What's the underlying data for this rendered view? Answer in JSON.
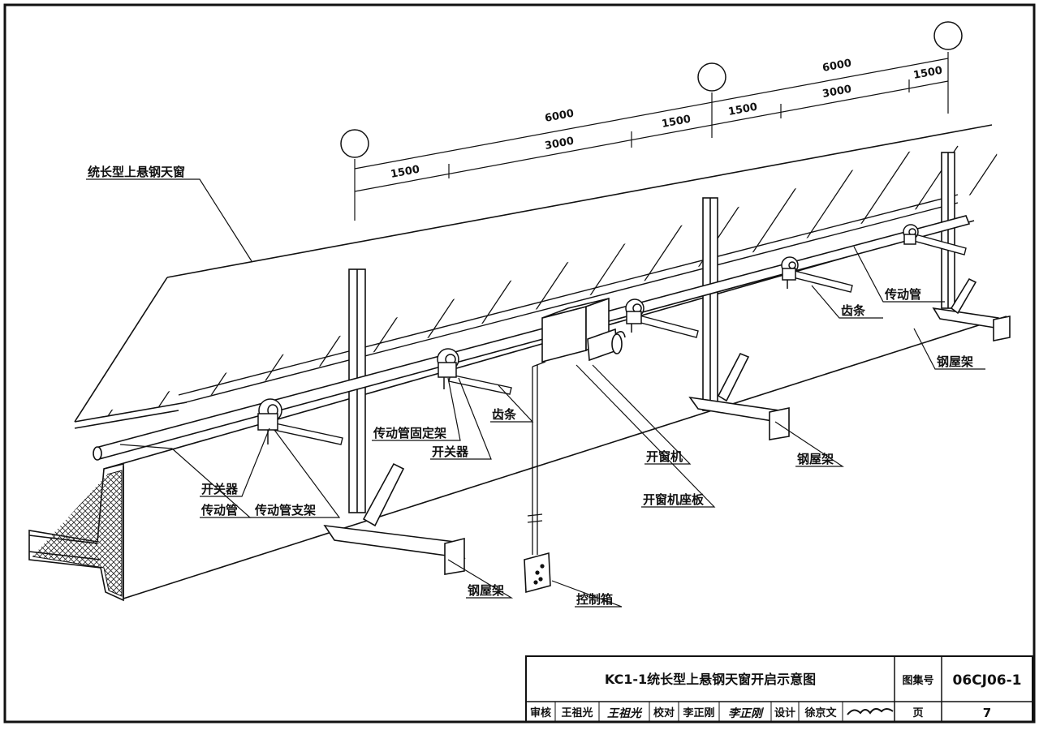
{
  "labels": {
    "skylight": "统长型上悬钢天窗",
    "drive_tube_right": "传动管",
    "rack_right": "齿条",
    "roof_truss_right": "钢屋架",
    "fixing_bracket": "传动管固定架",
    "rack_mid": "齿条",
    "switch_mid": "开关器",
    "opener": "开窗机",
    "roof_truss_mid": "钢屋架",
    "opener_base": "开窗机座板",
    "switch_left": "开关器",
    "drive_tube_left": "传动管",
    "tube_support": "传动管支架",
    "roof_truss_left": "钢屋架",
    "control_box": "控制箱"
  },
  "dimensions": {
    "left_span_total": "6000",
    "left_span_half": "3000",
    "left_span_quarter_a": "1500",
    "left_span_quarter_b": "1500",
    "right_span_total": "6000",
    "right_span_half": "3000",
    "right_span_quarter_a": "1500",
    "right_span_quarter_b": "1500"
  },
  "title_block": {
    "title": "KC1-1统长型上悬钢天窗开启示意图",
    "atlas_no_label": "图集号",
    "atlas_no": "06CJ06-1",
    "review_label": "审核",
    "reviewer": "王祖光",
    "check_label": "校对",
    "checker": "李正刚",
    "design_label": "设计",
    "designer": "徐京文",
    "page_label": "页",
    "page_no": "7"
  }
}
